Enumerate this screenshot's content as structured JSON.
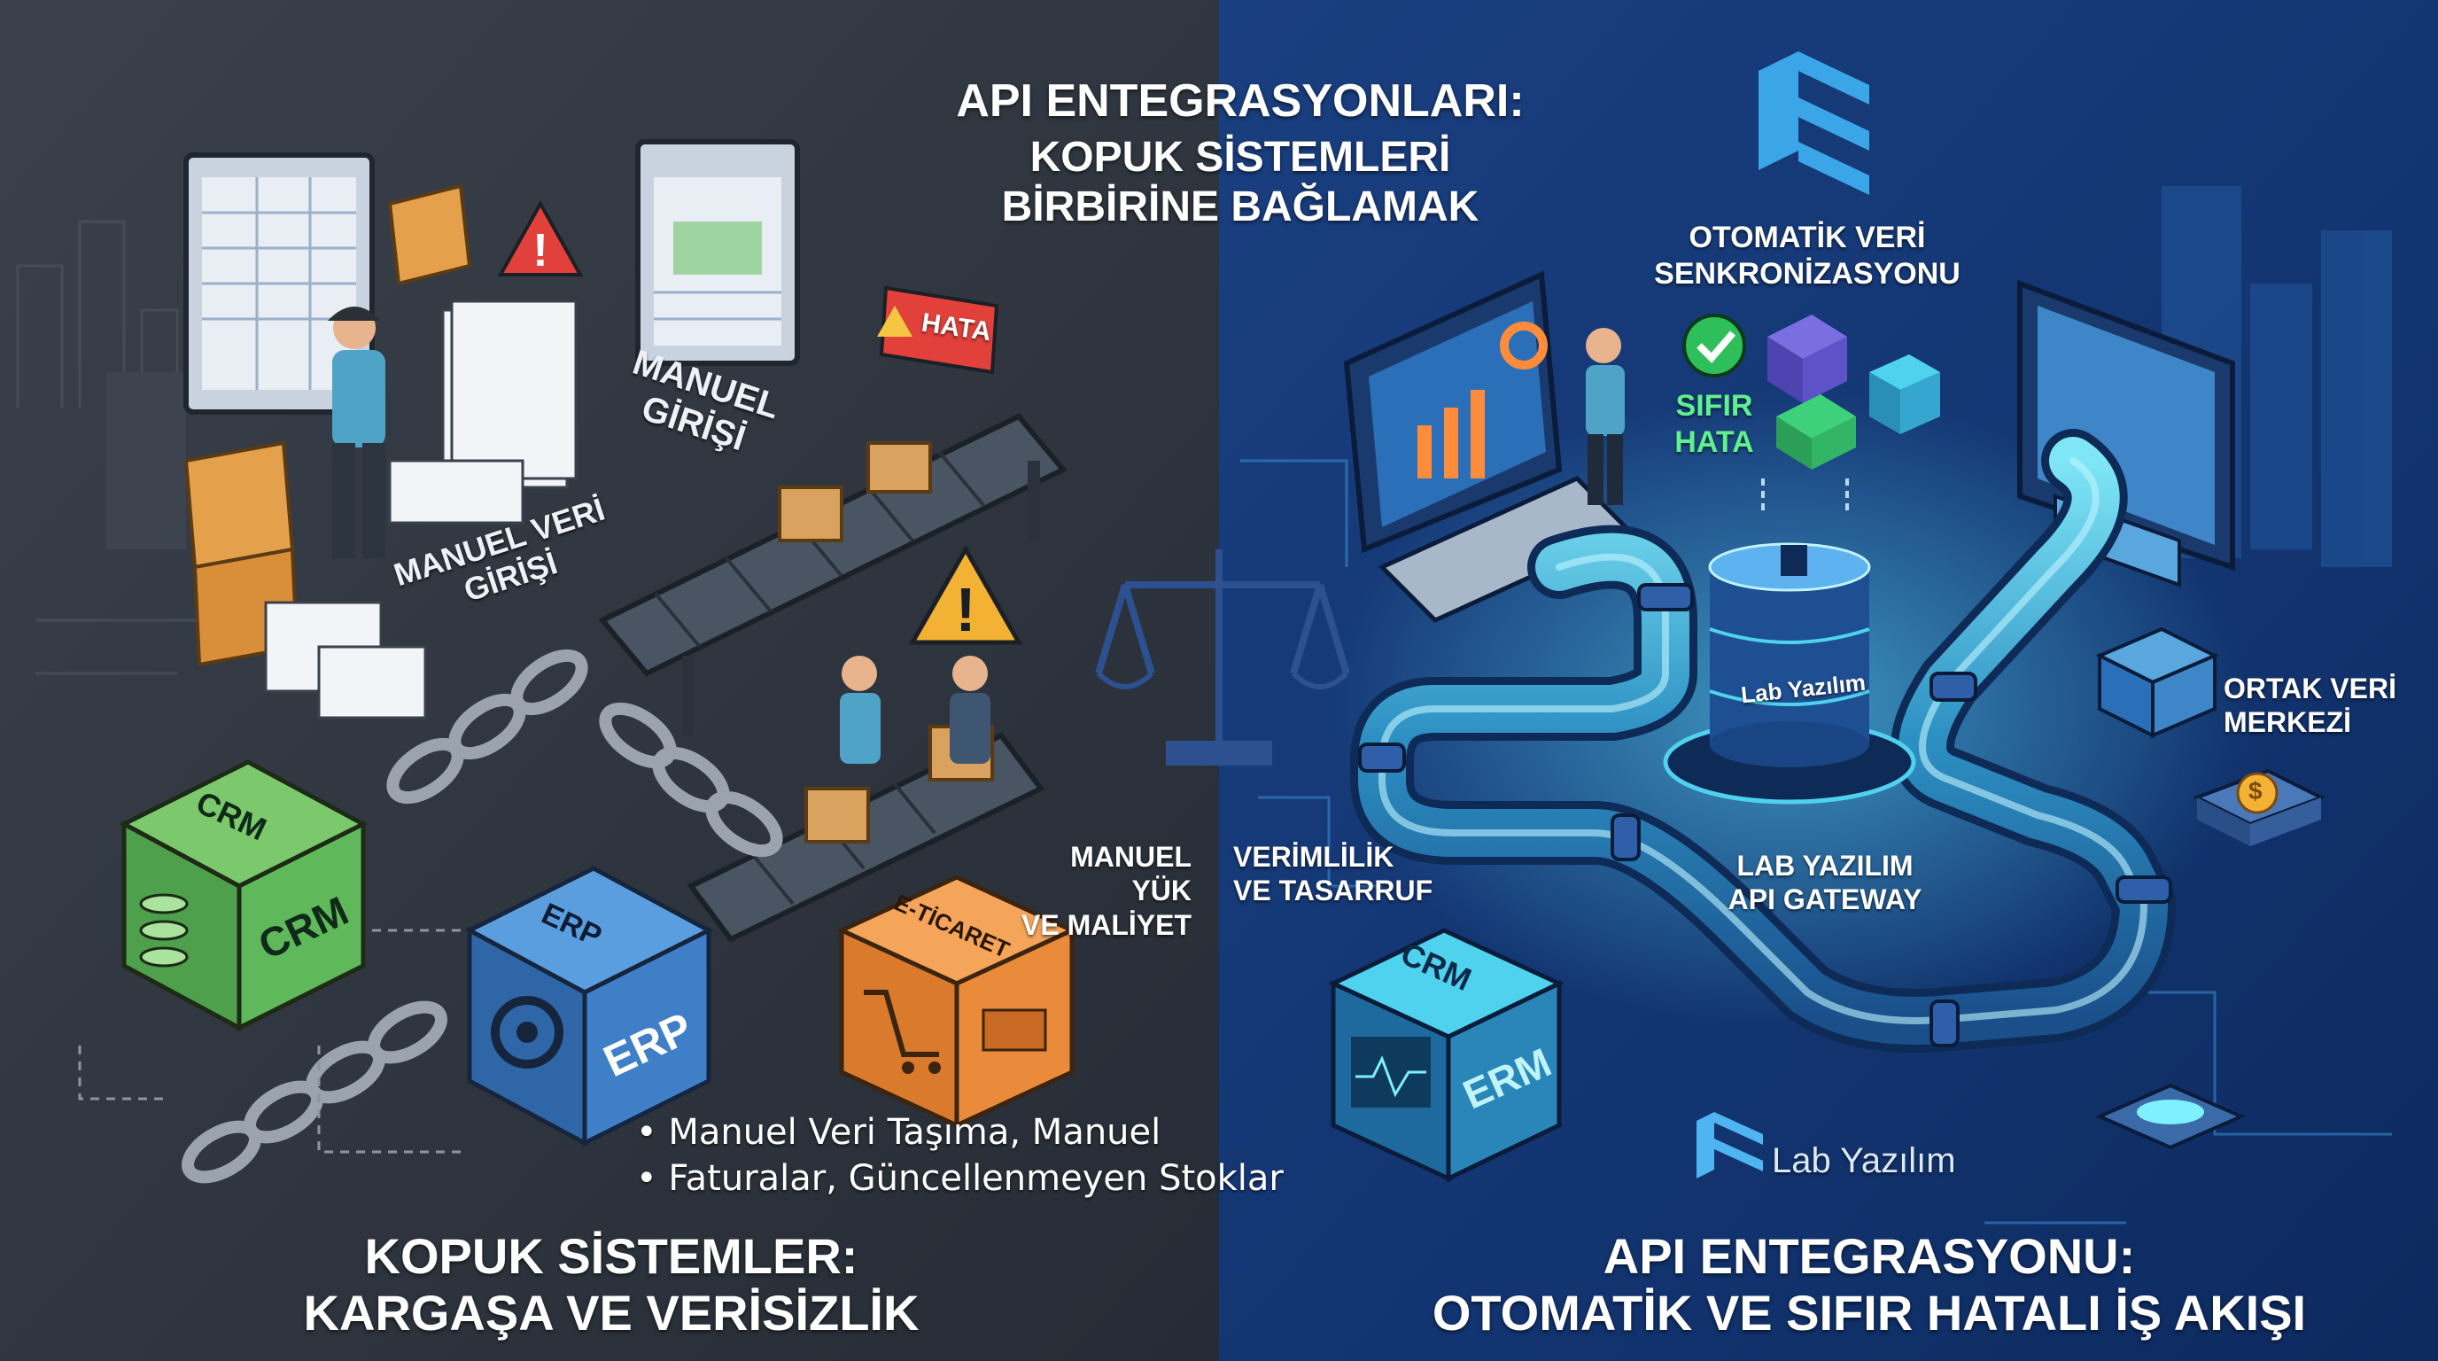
{
  "header": {
    "title": "API ENTEGRASYONLARI:",
    "subtitle_line1": "KOPUK SİSTEMLERİ",
    "subtitle_line2": "BİRBİRİNE BAĞLAMAK"
  },
  "left": {
    "bottom_line1": "KOPUK SİSTEMLER:",
    "bottom_line2": "KARGAŞA VE VERİSİZLİK",
    "manuel_girisi_1": "MANUEL",
    "manuel_girisi_2": "GİRİŞİ",
    "manuel_veri_1": "MANUEL VERİ",
    "manuel_veri_2": "GİRİŞİ",
    "hata": "HATA",
    "manuel_yuk_1": "MANUEL YÜK",
    "manuel_yuk_2": "VE MALİYET",
    "crm_top": "CRM",
    "crm_front": "CRM",
    "erp_top": "ERP",
    "erp_front": "ERP",
    "eticaret": "E-TİCARET",
    "bullets": [
      "Manuel Veri Taşıma, Manuel",
      "Faturalar, Güncellenmeyen Stoklar"
    ]
  },
  "center": {
    "verimlilik_1": "VERİMLİLİK",
    "verimlilik_2": "VE TASARRUF"
  },
  "right": {
    "bottom_line1": "API ENTEGRASYONU:",
    "bottom_line2": "OTOMATİK VE SIFIR HATALI İŞ AKIŞI",
    "oto_1": "OTOMATİK VERİ",
    "oto_2": "SENKRONİZASYONU",
    "sifir_1": "SIFIR",
    "sifir_2": "HATA",
    "gateway_1": "LAB YAZILIM",
    "gateway_2": "API GATEWAY",
    "db_label": "Lab Yazılım",
    "ortak_1": "ORTAK VERİ",
    "ortak_2": "MERKEZİ",
    "crm": "CRM",
    "erm": "ERM",
    "brand": "Lab Yazılım",
    "coin": "$"
  },
  "colors": {
    "left_bg": "#2e3540",
    "right_bg": "#123a78",
    "accent_cyan": "#4fd2ee",
    "crm_green": "#5fb85a",
    "erp_blue": "#3f7fc8",
    "eticaret_orange": "#e98b3a",
    "warning_red": "#e2403a",
    "success_green": "#2fbf5a"
  }
}
